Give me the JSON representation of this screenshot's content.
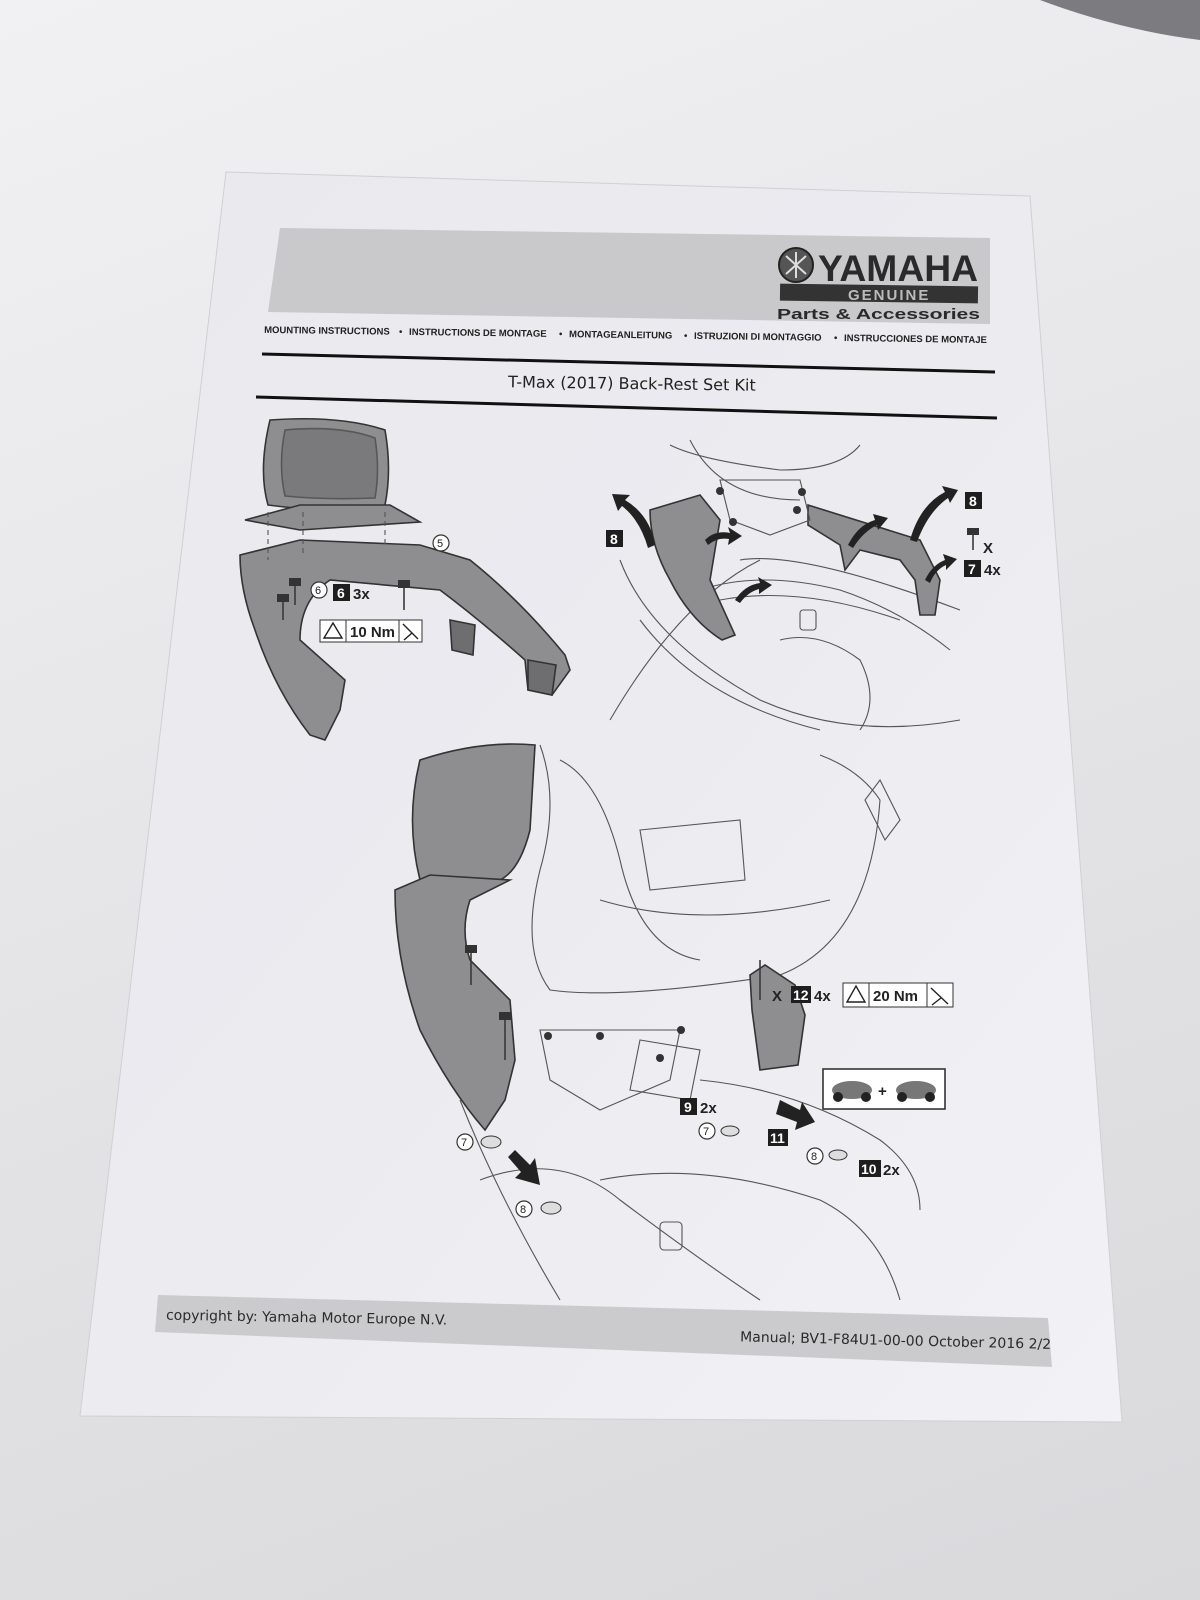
{
  "header": {
    "brand": "YAMAHA",
    "brand_sub": "GENUINE",
    "brand_tag": "Parts & Accessories",
    "languages": [
      "MOUNTING INSTRUCTIONS",
      "INSTRUCTIONS DE MONTAGE",
      "MONTAGEANLEITUNG",
      "ISTRUZIONI DI MONTAGGIO",
      "INSTRUCCIONES DE MONTAJE"
    ],
    "separator": "•",
    "title": "T-Max (2017) Back-Rest Set Kit"
  },
  "step1": {
    "callout_5": "5",
    "callout_6": "6",
    "badge_6": "6",
    "qty_6": "3x",
    "torque": "10 Nm"
  },
  "step2": {
    "badge_8a": "8",
    "badge_8b": "8",
    "remove_x": "X",
    "badge_7": "7",
    "qty_7": "4x"
  },
  "step3": {
    "remove_x": "X",
    "badge_12": "12",
    "qty_12": "4x",
    "torque": "20 Nm",
    "plus": "+",
    "badge_9": "9",
    "qty_9": "2x",
    "callout_7a": "7",
    "callout_7b": "7",
    "badge_11": "11",
    "callout_8a": "8",
    "callout_8b": "8",
    "badge_10": "10",
    "qty_10": "2x"
  },
  "footer": {
    "copyright": "copyright by: Yamaha Motor Europe N.V.",
    "manual": "Manual; BV1-F84U1-00-00 October 2016 2/2"
  }
}
